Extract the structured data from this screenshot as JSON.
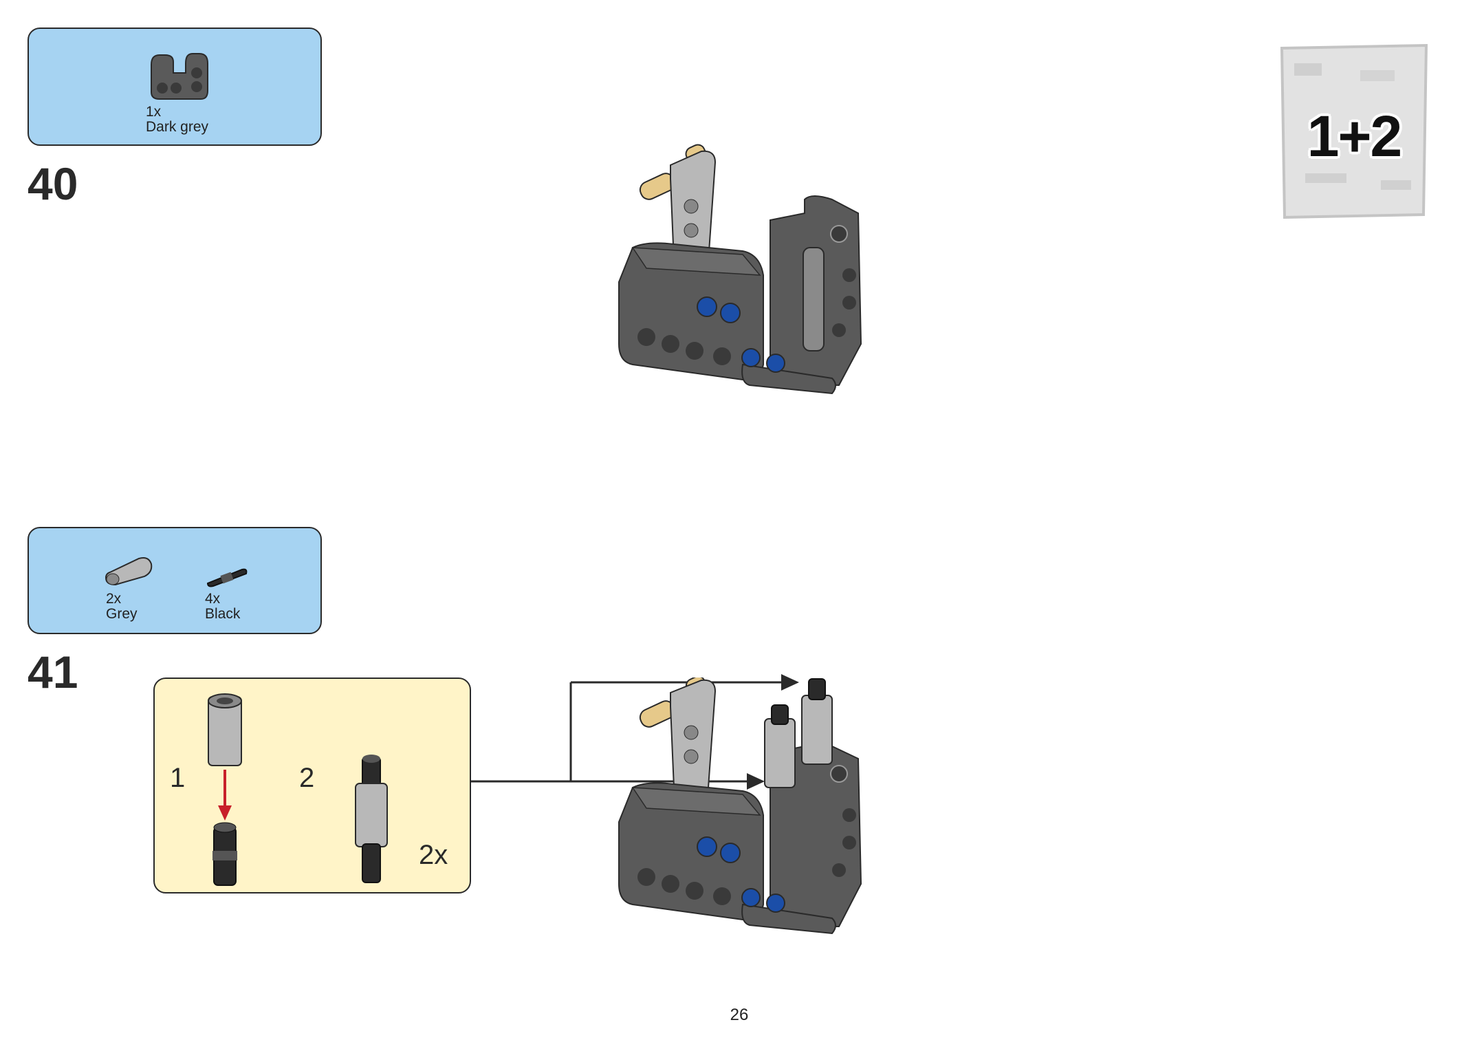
{
  "page_number": "26",
  "bag": {
    "label": "1+2"
  },
  "steps": [
    {
      "number": "40",
      "parts": [
        {
          "qty": "1x",
          "color": "Dark grey",
          "icon": "pin-connector-icon"
        }
      ]
    },
    {
      "number": "41",
      "parts": [
        {
          "qty": "2x",
          "color": "Grey",
          "icon": "axle-connector-icon"
        },
        {
          "qty": "4x",
          "color": "Black",
          "icon": "friction-pin-icon"
        }
      ],
      "callout": {
        "sub1": "1",
        "sub2": "2",
        "multiplier": "2x"
      }
    }
  ],
  "colors": {
    "parts_box": "#a6d3f2",
    "callout_box": "#fff4c8",
    "arrow_red": "#c8202a",
    "dark_grey": "#5a5a5a",
    "light_grey": "#b8b8b8",
    "tan": "#e6c98a",
    "blue": "#1b4ea8"
  }
}
